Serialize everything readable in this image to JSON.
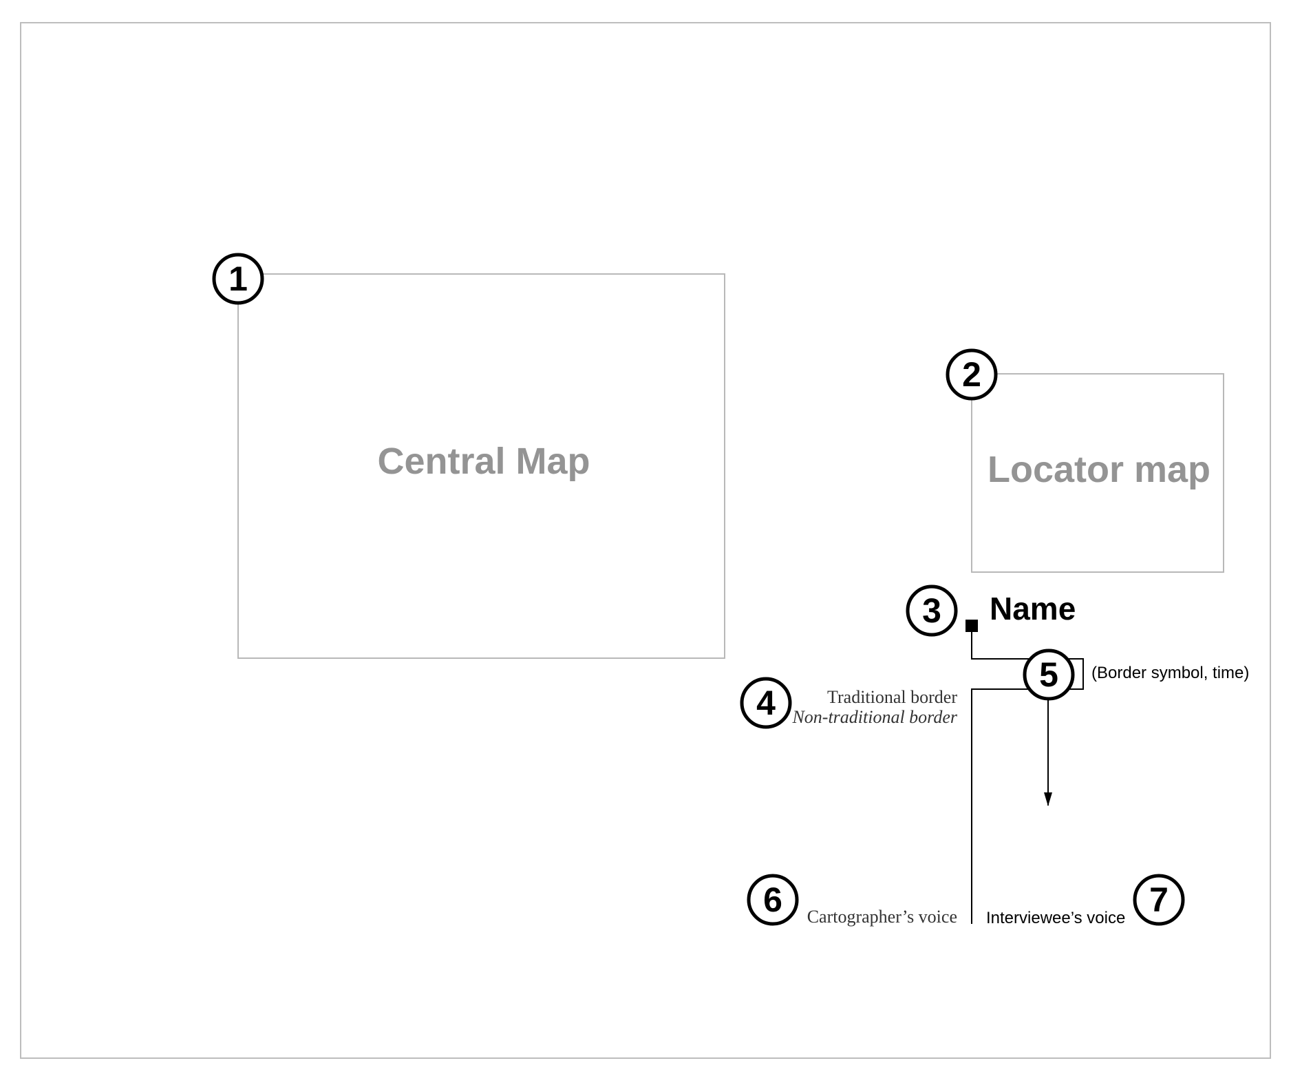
{
  "boxes": {
    "central_map": "Central Map",
    "locator_map": "Locator map"
  },
  "markers": [
    "1",
    "2",
    "3",
    "4",
    "5",
    "6",
    "7"
  ],
  "legend": {
    "name": "Name",
    "border_symbol": "(Border symbol, time)",
    "traditional_border": "Traditional border",
    "non_traditional_border": "Non-traditional border",
    "cartographers_voice": "Cartographer’s voice",
    "interviewees_voice": "Interviewee’s voice"
  },
  "colors": {
    "frame": "#bdbdbd",
    "box_border": "#b8b8b8",
    "box_label": "#949494",
    "ink": "#000000"
  }
}
